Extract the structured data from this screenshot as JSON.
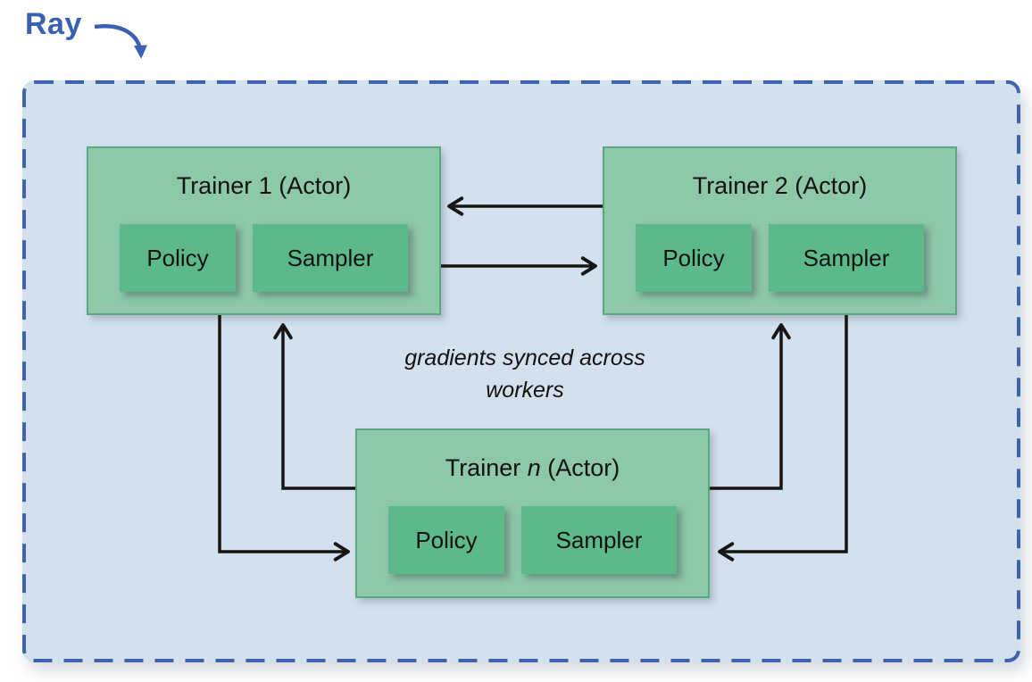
{
  "ray": {
    "label": "Ray"
  },
  "cluster": {
    "annotation_line1": "gradients synced across",
    "annotation_line2": "workers"
  },
  "trainers": [
    {
      "prefix": "Trainer ",
      "name": "1",
      "suffix": " (Actor)",
      "components": [
        "Policy",
        "Sampler"
      ]
    },
    {
      "prefix": "Trainer ",
      "name": "2",
      "suffix": " (Actor)",
      "components": [
        "Policy",
        "Sampler"
      ]
    },
    {
      "prefix": "Trainer ",
      "name": "n",
      "suffix": " (Actor)",
      "components": [
        "Policy",
        "Sampler"
      ]
    }
  ],
  "colors": {
    "cluster_fill": "#d3e0ee",
    "cluster_border": "#3e63b1",
    "trainer_fill": "#8dc8a8",
    "trainer_border": "#5aa880",
    "component_fill": "#5cba8a",
    "ray_label_color": "#3b60b3",
    "arrow_color": "#151515"
  }
}
